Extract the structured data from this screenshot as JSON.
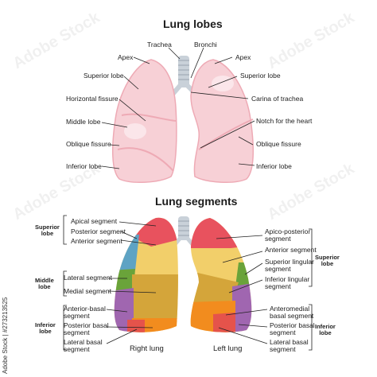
{
  "titles": {
    "lobes": "Lung lobes",
    "segments": "Lung segments"
  },
  "lobes_labels": {
    "trachea": "Trachea",
    "bronchi": "Bronchi",
    "apex_left": "Apex",
    "apex_right": "Apex",
    "superior_left": "Superior lobe",
    "superior_right": "Superior lobe",
    "horizontal_fissure": "Horizontal fissure",
    "carina": "Carina of trachea",
    "middle_lobe": "Middle lobe",
    "notch": "Notch for the heart",
    "oblique_left": "Oblique fissure",
    "oblique_right": "Oblique fissure",
    "inferior_left": "Inferior lobe",
    "inferior_right": "Inferior lobe"
  },
  "segments_left_side": {
    "group_superior": "Superior\nlobe",
    "group_middle": "Middle\nlobe",
    "group_inferior": "Inferior\nlobe",
    "apical": "Apical segment",
    "posterior": "Posterior segment",
    "anterior": "Anterior segment",
    "lateral": "Lateral segment",
    "medial": "Medial segment",
    "anterior_basal": "Anterior-basal\nsegment",
    "posterior_basal": "Posterior basal\nsegment",
    "lateral_basal": "Lateral basal\nsegment"
  },
  "segments_right_side": {
    "group_superior": "Superior\nlobe",
    "group_inferior": "Inferior\nlobe",
    "apico_posterior": "Apico-posterior\nsegment",
    "anterior": "Anterior segment",
    "superior_lingular": "Superior lingular\nsegment",
    "inferior_lingular": "Inferior lingular\nsegment",
    "anteromedial_basal": "Anteromedial\nbasal segment",
    "posterior_basal": "Posterior basal\nsegment",
    "lateral_basal": "Lateral basal\nsegment"
  },
  "lung_captions": {
    "right": "Right lung",
    "left": "Left lung"
  },
  "watermark": "Adobe Stock",
  "stock_id": "Adobe Stock | #273213525",
  "colors": {
    "lung_pink": "#f7d0d6",
    "lung_pink_dark": "#eeaab5",
    "trachea": "#c9d1d9",
    "apical_red": "#e8525e",
    "posterior_blue": "#5ea3c4",
    "anterior_yellow": "#f2cf6a",
    "lateral_green": "#6aa33a",
    "medial_olive": "#d4a53a",
    "basal_purple": "#a066b0",
    "basal_orange": "#f28c1e",
    "basal_red": "#e5534b"
  }
}
